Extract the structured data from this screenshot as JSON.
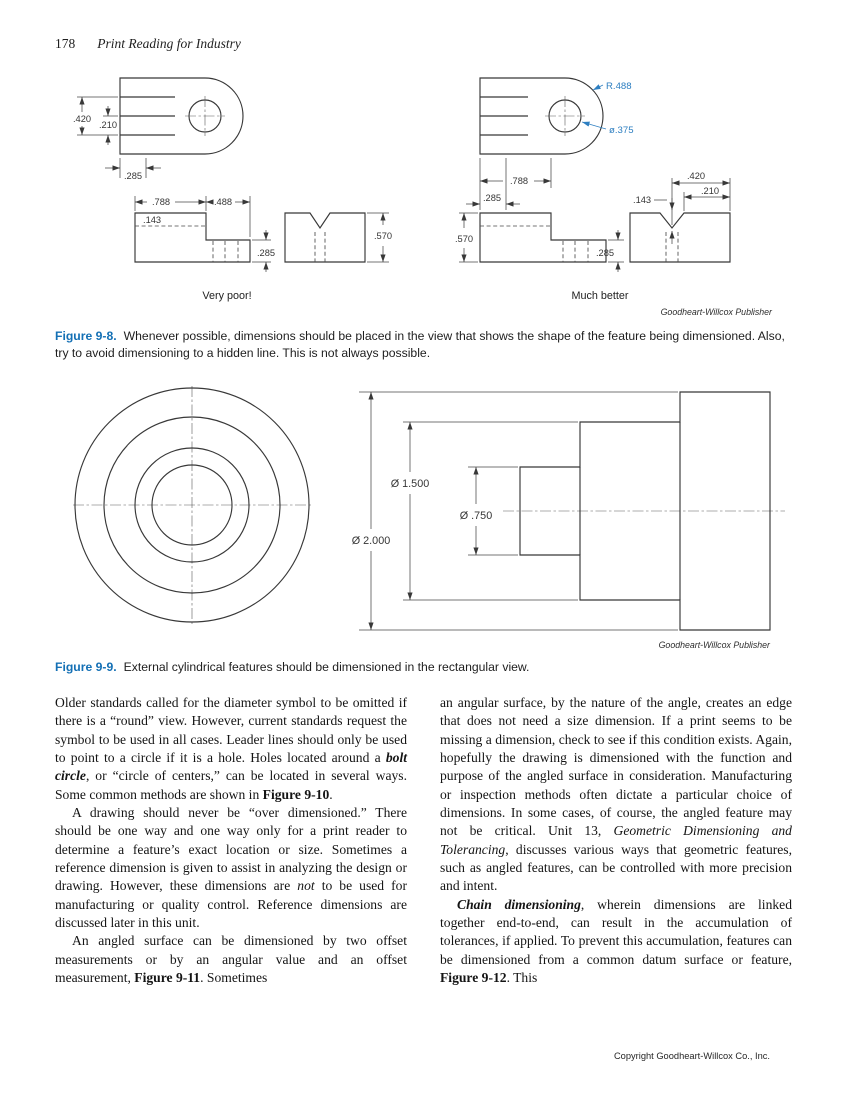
{
  "page": {
    "number": "178",
    "title": "Print Reading for Industry",
    "copyright": "Copyright Goodheart-Willcox Co., Inc."
  },
  "colors": {
    "accent_blue": "#1470b5",
    "leader_blue": "#2e7fc1"
  },
  "fig98": {
    "label": "Figure 9-8.",
    "caption": "Whenever possible, dimensions should be placed in the view that shows the shape of the feature being dimensioned. Also, try to avoid dimensioning to a hidden line. This is not always possible.",
    "attribution": "Goodheart-Willcox Publisher",
    "poor_label": "Very poor!",
    "better_label": "Much better",
    "poor_dims": {
      "d420": ".420",
      "d210": ".210",
      "d285_top": ".285",
      "d788": ".788",
      "d488": ".488",
      "d143": ".143",
      "d285_side": ".285",
      "d570": ".570"
    },
    "better_dims": {
      "r488": "R.488",
      "dia375": "ø.375",
      "d788": ".788",
      "d285_top": ".285",
      "d570": ".570",
      "d285_side": ".285",
      "d420": ".420",
      "d210": ".210",
      "d143": ".143"
    }
  },
  "fig99": {
    "label": "Figure 9-9.",
    "caption": "External cylindrical features should be dimensioned in the rectangular view.",
    "attribution": "Goodheart-Willcox Publisher",
    "dims": {
      "d2000": "Ø 2.000",
      "d1500": "Ø 1.500",
      "d750": "Ø .750"
    }
  },
  "body": {
    "col1": [
      [
        {
          "t": "Older standards called for the diameter symbol to be omitted if there is a “round” view. However, current standards request the symbol to be used in all cases. Leader lines should only be used to point to a circle if it is a hole. Holes located around a ",
          "s": ""
        },
        {
          "t": "bolt circle",
          "s": "bi"
        },
        {
          "t": ", or “circle of centers,” can be located in several ways. Some common methods are shown in ",
          "s": ""
        },
        {
          "t": "Figure 9-10",
          "s": "b"
        },
        {
          "t": ".",
          "s": ""
        }
      ],
      [
        {
          "t": "A drawing should never be “over dimensioned.” There should be one way and one way only for a print reader to determine a feature’s exact location or size. Sometimes a reference dimension is given to assist in analyzing the design or drawing. However, these dimensions are ",
          "s": ""
        },
        {
          "t": "not",
          "s": "i"
        },
        {
          "t": " to be used for manufacturing or quality control. Reference dimensions are discussed later in this unit.",
          "s": ""
        }
      ],
      [
        {
          "t": "An angled surface can be dimensioned by two offset measurements or by an angular value and an offset measurement, ",
          "s": ""
        },
        {
          "t": "Figure 9-11",
          "s": "b"
        },
        {
          "t": ". Sometimes",
          "s": ""
        }
      ]
    ],
    "col2": [
      [
        {
          "t": "an angular surface, by the nature of the angle, creates an edge that does not need a size dimension. If a print seems to be missing a dimension, check to see if this condition exists. Again, hopefully the drawing is dimensioned with the function and purpose of the angled surface in consideration. Manufacturing or inspection methods often dictate a particular choice of dimensions. In some cases, of course, the angled feature may not be critical. Unit 13, ",
          "s": ""
        },
        {
          "t": "Geometric Dimensioning and Tolerancing",
          "s": "i"
        },
        {
          "t": ", discusses various ways that geometric features, such as angled features, can be controlled with more precision and intent.",
          "s": ""
        }
      ],
      [
        {
          "t": "Chain dimensioning",
          "s": "bi"
        },
        {
          "t": ", wherein dimensions are linked together end-to-end, can result in the accumulation of tolerances, if applied. To prevent this accumulation, features can be dimensioned from a common datum surface or feature, ",
          "s": ""
        },
        {
          "t": "Figure 9-12",
          "s": "b"
        },
        {
          "t": ". This",
          "s": ""
        }
      ]
    ]
  }
}
